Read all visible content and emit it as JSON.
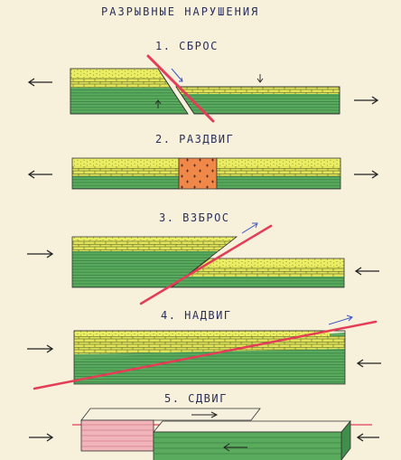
{
  "title": "РАЗРЫВНЫЕ НАРУШЕНИЯ",
  "sections": [
    {
      "label": "1. СБРОС"
    },
    {
      "label": "2. РАЗДВИГ"
    },
    {
      "label": "3. ВЗБРОС"
    },
    {
      "label": "4. НАДВИГ"
    },
    {
      "label": "5. СДВИГ"
    }
  ],
  "colors": {
    "background": "#f7f1dc",
    "sandstone_yellow": "#e8eb5c",
    "limestone_yellow": "#e3e35a",
    "green_layer": "#57a95c",
    "fault_red": "#e33d57",
    "gap_orange": "#ee8444",
    "arrow_ink": "#2b2b2b",
    "pen_blue": "#3d55c4",
    "pink_block": "#f0b4b9"
  }
}
